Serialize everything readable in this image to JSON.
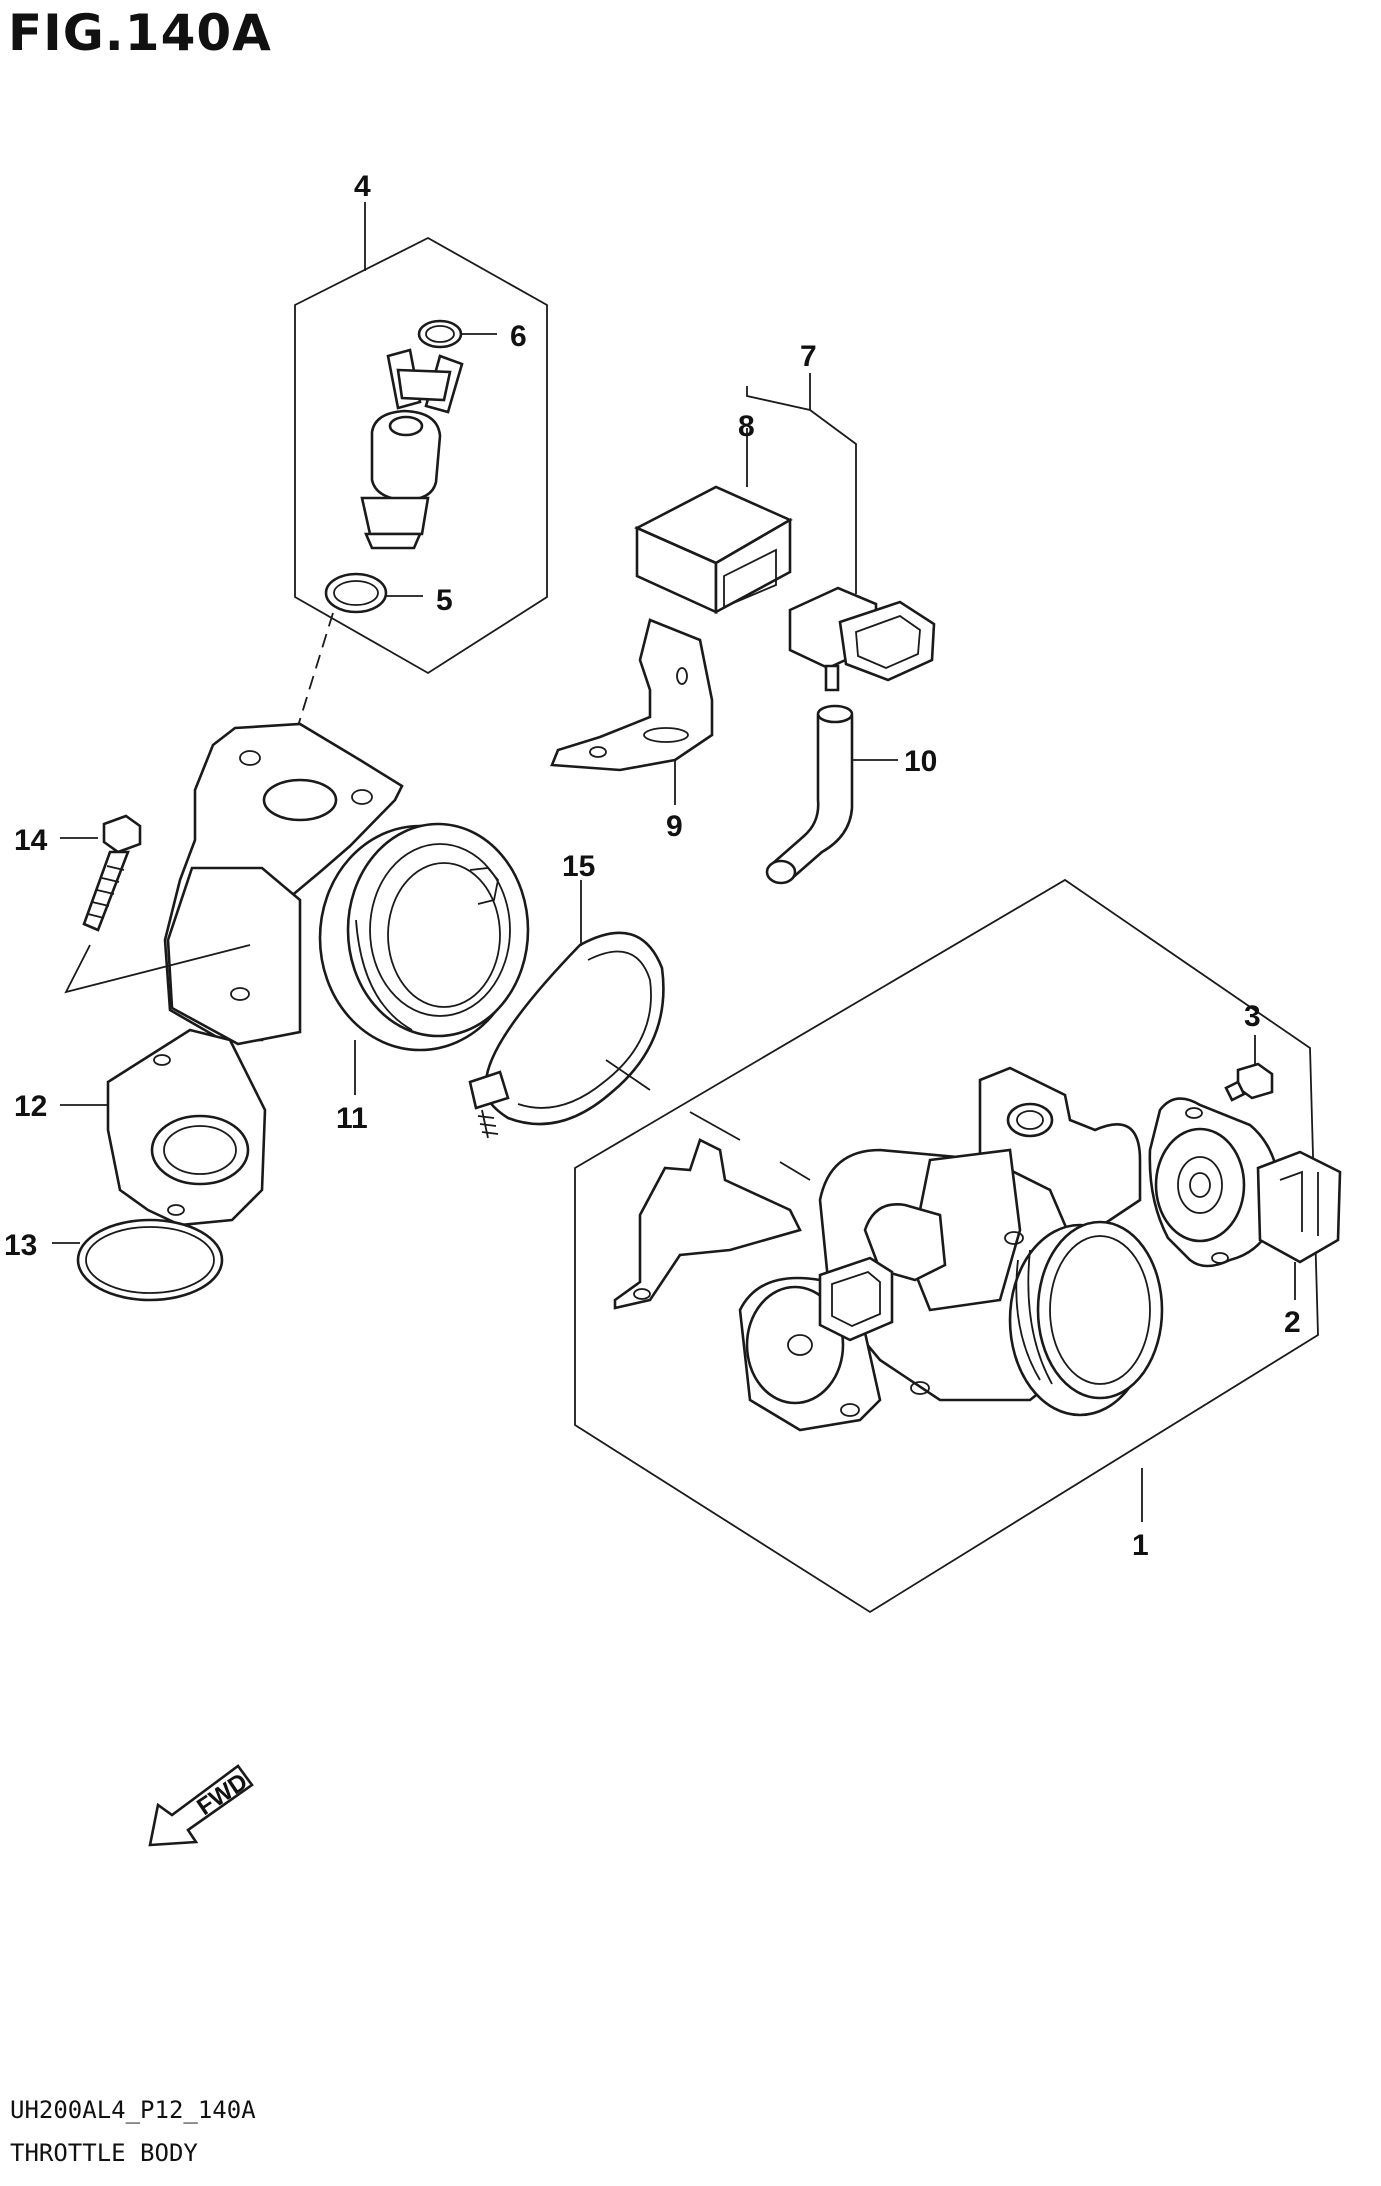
{
  "figure": {
    "title": "FIG.140A",
    "code": "UH200AL4_P12_140A",
    "name": "THROTTLE BODY",
    "fwd_label": "FWD"
  },
  "callouts": [
    "1",
    "2",
    "3",
    "4",
    "5",
    "6",
    "7",
    "8",
    "9",
    "10",
    "11",
    "12",
    "13",
    "14",
    "15"
  ],
  "parts": [
    {
      "ref": "1",
      "icon": "throttle-body-assembly"
    },
    {
      "ref": "2",
      "icon": "throttle-position-sensor"
    },
    {
      "ref": "3",
      "icon": "screw"
    },
    {
      "ref": "4",
      "icon": "fuel-injector-set"
    },
    {
      "ref": "5",
      "icon": "o-ring"
    },
    {
      "ref": "6",
      "icon": "o-ring"
    },
    {
      "ref": "7",
      "icon": "sensor-set"
    },
    {
      "ref": "8",
      "icon": "sensor-cover"
    },
    {
      "ref": "9",
      "icon": "bracket"
    },
    {
      "ref": "10",
      "icon": "hose"
    },
    {
      "ref": "11",
      "icon": "intake-pipe"
    },
    {
      "ref": "12",
      "icon": "insulator"
    },
    {
      "ref": "13",
      "icon": "o-ring"
    },
    {
      "ref": "14",
      "icon": "bolt"
    },
    {
      "ref": "15",
      "icon": "clamp"
    }
  ]
}
